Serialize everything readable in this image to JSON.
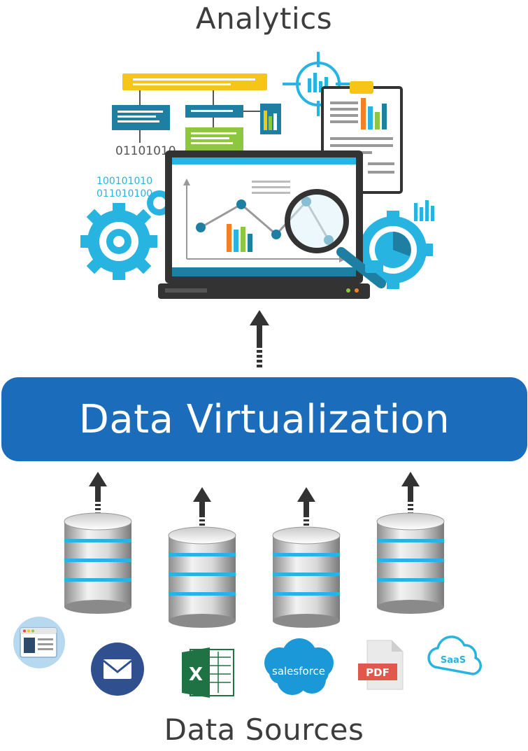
{
  "top_title": "Analytics",
  "center_label": "Data Virtualization",
  "bottom_title": "Data Sources",
  "analytics_art": {
    "binary_1": "01101010",
    "binary_2": "100101010",
    "binary_3": "011010100"
  },
  "sources": [
    {
      "icon": "web-browser-icon",
      "label": ""
    },
    {
      "icon": "email-icon",
      "label": ""
    },
    {
      "icon": "excel-icon",
      "label": "X"
    },
    {
      "icon": "salesforce-icon",
      "label": "salesforce"
    },
    {
      "icon": "pdf-icon",
      "label": "PDF"
    },
    {
      "icon": "saas-cloud-icon",
      "label": "SaaS"
    }
  ],
  "colors": {
    "bar_blue": "#1c6cbc",
    "accent_cyan": "#27b4e0",
    "accent_yellow": "#f5c518",
    "accent_green": "#8dc63f",
    "accent_teal": "#1f7fa3",
    "text_dark": "#3d3d3d"
  }
}
